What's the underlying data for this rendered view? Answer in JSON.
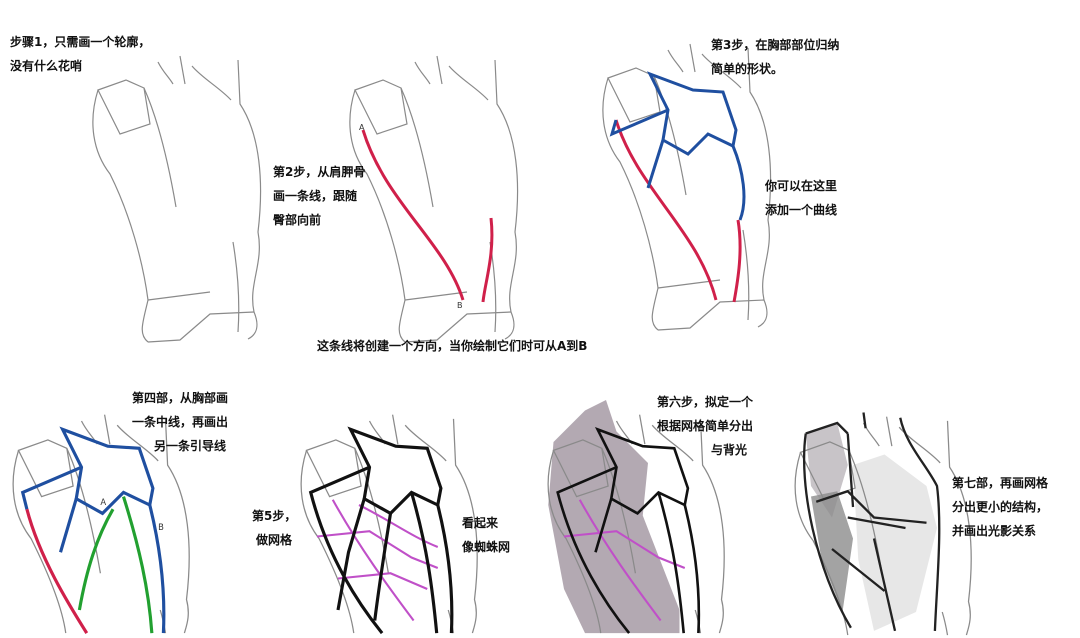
{
  "steps": {
    "step1": [
      "步骤1，只需画一个轮廓，",
      "没有什么花哨"
    ],
    "step2": [
      "第2步，从肩胛骨",
      "画一条线，跟随",
      "臀部向前"
    ],
    "step3": [
      "第3步，在胸部部位归纳",
      "简单的形状。"
    ],
    "curve_note": [
      "你可以在这里",
      "添加一个曲线"
    ],
    "direction_note": "这条线将创建一个方向，当你绘制它们时可从A到B",
    "step4": [
      "第四部，从胸部画",
      "一条中线，再画出",
      "另一条引导线"
    ],
    "step5": [
      "第5步，",
      "做网格"
    ],
    "spider_note": [
      "看起来",
      "像蜘蛛网"
    ],
    "step6": [
      "第六步，拟定一个",
      "根据网格简单分出",
      "与背光"
    ],
    "step7": [
      "第七部，再画网格",
      "分出更小的结构，",
      "并画出光影关系"
    ]
  },
  "labels": {
    "a": "A",
    "b": "B"
  },
  "colors": {
    "outline": "#8a8a8a",
    "red": "#d0204a",
    "blue": "#1f4fa0",
    "green": "#22a030",
    "magenta": "#c050c8",
    "shade": "#9a8c98"
  }
}
